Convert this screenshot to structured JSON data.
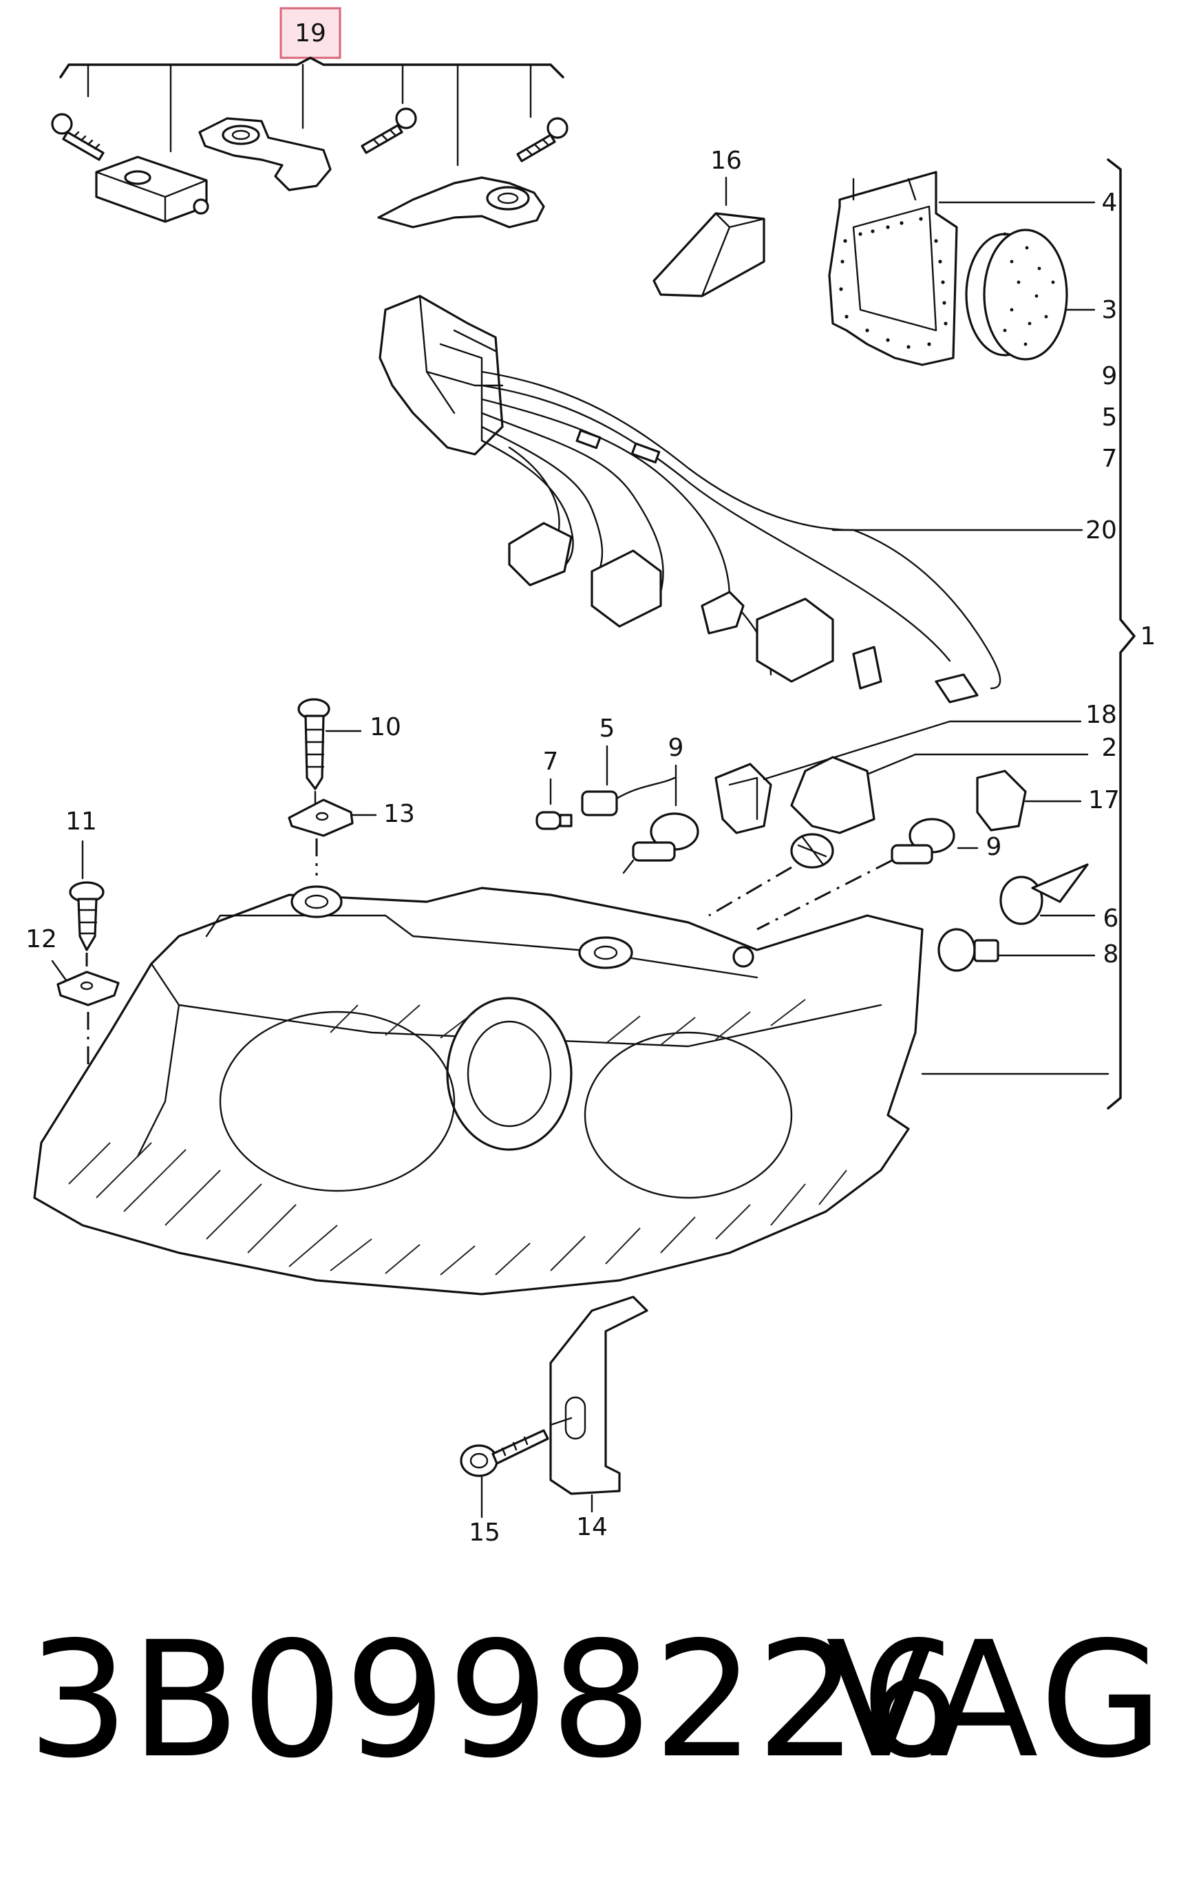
{
  "diagram": {
    "highlighted_callout": "19",
    "callouts": [
      "1",
      "2",
      "3",
      "4",
      "5",
      "6",
      "7",
      "8",
      "9",
      "10",
      "11",
      "12",
      "13",
      "14",
      "15",
      "16",
      "17",
      "18",
      "20"
    ],
    "side_labels": [
      "9",
      "5",
      "7"
    ],
    "lamp_callouts": {
      "a": "7",
      "b": "5",
      "c": "9",
      "d": "9"
    },
    "highlight_color": "#d9667a",
    "highlight_fill": "#fbe3e7"
  },
  "footer": {
    "part_number": "3B0998226",
    "brand": "VAG"
  }
}
